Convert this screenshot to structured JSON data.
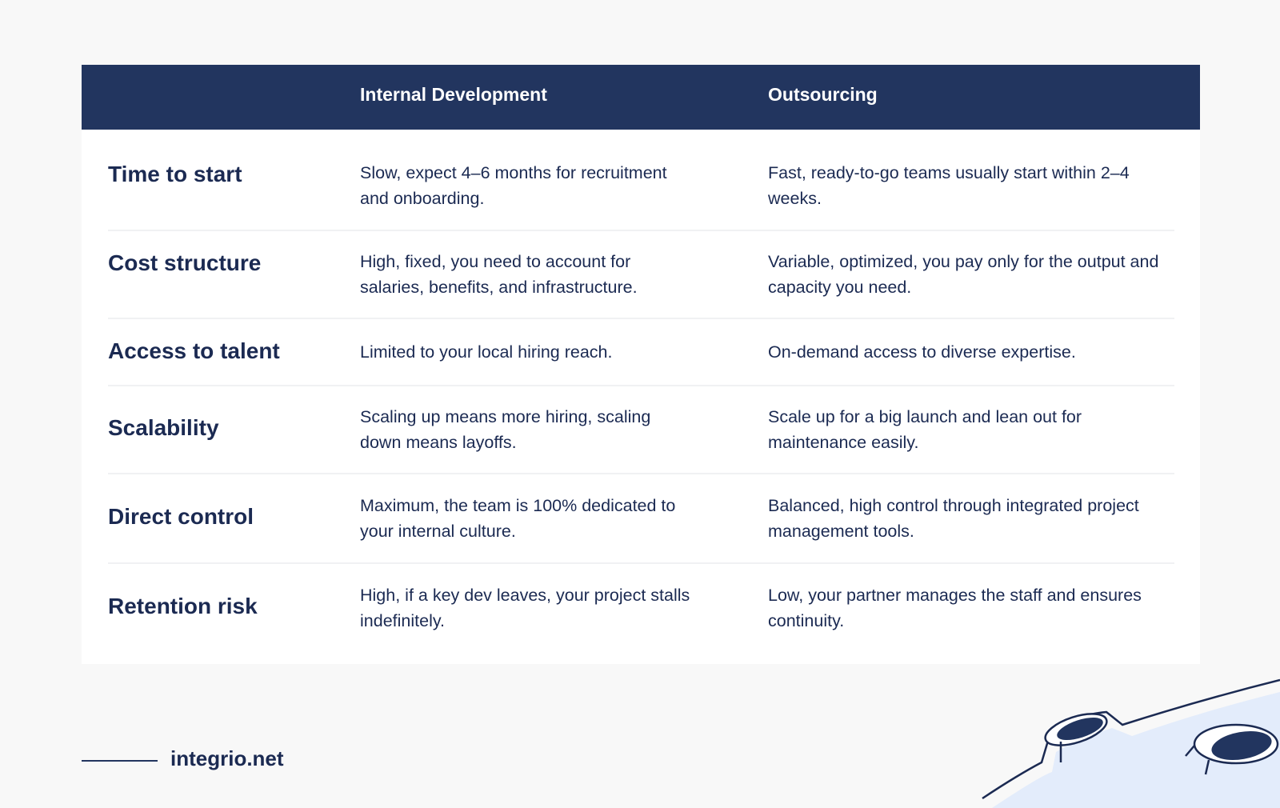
{
  "table": {
    "headers": [
      "",
      "Internal Development",
      "Outsourcing"
    ],
    "rows": [
      {
        "label": "Time to start",
        "internal": "Slow, expect 4–6 months for recruitment and onboarding.",
        "outsourcing": "Fast, ready-to-go teams usually start within 2–4 weeks."
      },
      {
        "label": "Cost structure",
        "internal": "High, fixed, you need to account for salaries, benefits, and infrastructure.",
        "outsourcing": "Variable, optimized, you pay only for the output and capacity you need."
      },
      {
        "label": "Access to talent",
        "internal": "Limited to your local hiring reach.",
        "outsourcing": "On-demand access to diverse expertise."
      },
      {
        "label": "Scalability",
        "internal": "Scaling up means more hiring, scaling down means layoffs.",
        "outsourcing": "Scale up for a big launch and lean out for maintenance easily."
      },
      {
        "label": "Direct control",
        "internal": "Maximum, the team is 100% dedicated to your internal culture.",
        "outsourcing": "Balanced, high control through integrated project management tools."
      },
      {
        "label": "Retention risk",
        "internal": "High, if a key dev leaves, your project stalls indefinitely.",
        "outsourcing": "Low, your partner manages the staff and ensures continuity."
      }
    ]
  },
  "footer": {
    "brand": "integrio.net"
  },
  "colors": {
    "header_bg": "#22355f",
    "text": "#1b2a52",
    "accent_light": "#e3ecfb",
    "page_bg": "#f8f8f8"
  }
}
